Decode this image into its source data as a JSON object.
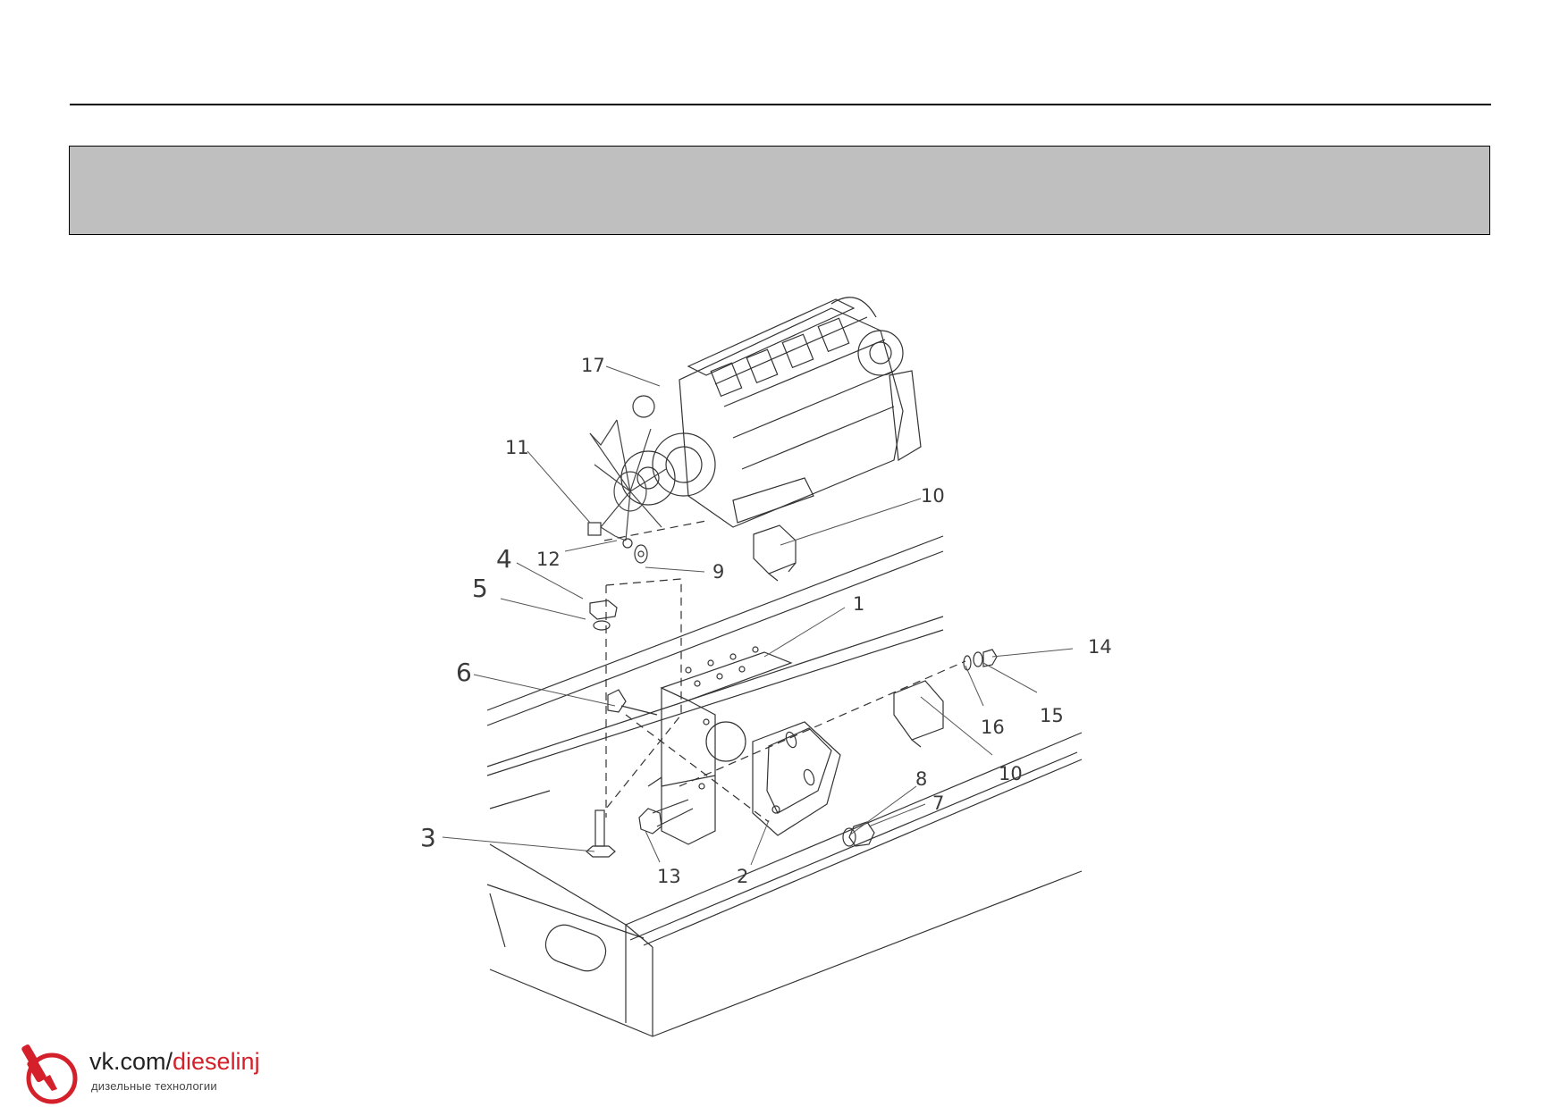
{
  "header": {
    "title": ""
  },
  "callouts": [
    "17",
    "11",
    "10",
    "12",
    "9",
    "4",
    "5",
    "1",
    "14",
    "6",
    "15",
    "16",
    "10",
    "8",
    "7",
    "3",
    "13",
    "2"
  ],
  "watermark": {
    "site_prefix": "vk.com/",
    "site_name": "dieselinj",
    "tagline": "дизельные технологии",
    "logo": "fuel-injector-icon",
    "accent_color": "#d4202a"
  }
}
